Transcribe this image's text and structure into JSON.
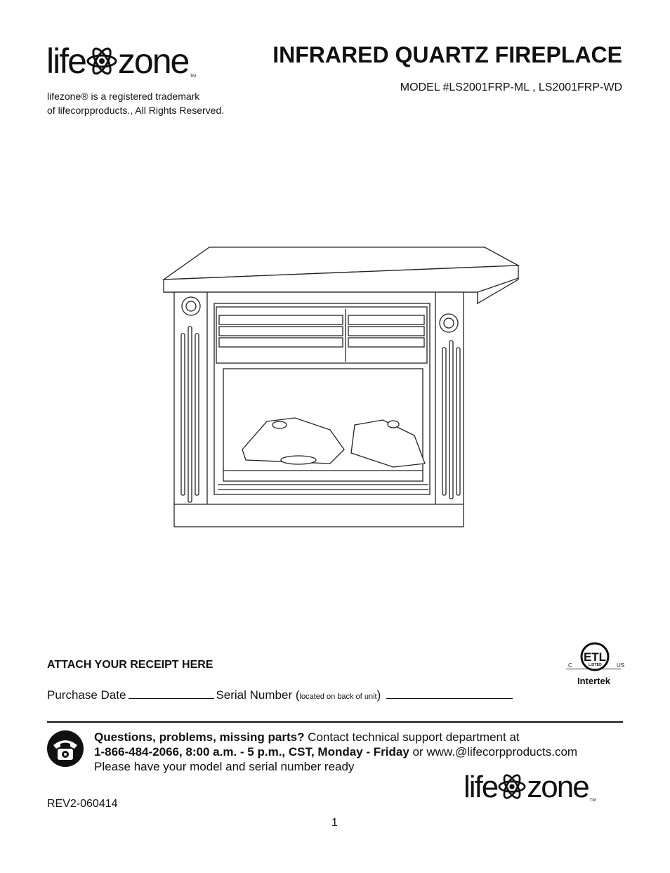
{
  "header": {
    "logo": {
      "left": "life",
      "right": "zone",
      "tm": "TM"
    },
    "trademark_line1": "lifezone® is a registered trademark",
    "trademark_line2": "of lifecorpproducts., All Rights Reserved.",
    "title": "INFRARED QUARTZ FIREPLACE",
    "model": "MODEL #LS2001FRP-ML , LS2001FRP-WD"
  },
  "receipt": {
    "heading": "ATTACH YOUR RECEIPT HERE",
    "purchase_date": "Purchase Date",
    "serial_label": "Serial Number (",
    "serial_note": "located on back of unit",
    "serial_close": ")"
  },
  "certification": {
    "left": "C",
    "mark": "ETL",
    "right": "US",
    "listed": "LISTED",
    "company": "Intertek"
  },
  "support": {
    "icon": "telephone-icon",
    "bold1": "Questions, problems, missing parts?",
    "text1": " Contact technical support department at",
    "bold2": "1-866-484-2066, 8:00 a.m. - 5 p.m., CST, Monday - Friday",
    "text2": " or www.@lifecorpproducts.com",
    "line3": "Please have your model and serial number ready"
  },
  "footer": {
    "revision": "REV2-060414",
    "page_number": "1"
  }
}
